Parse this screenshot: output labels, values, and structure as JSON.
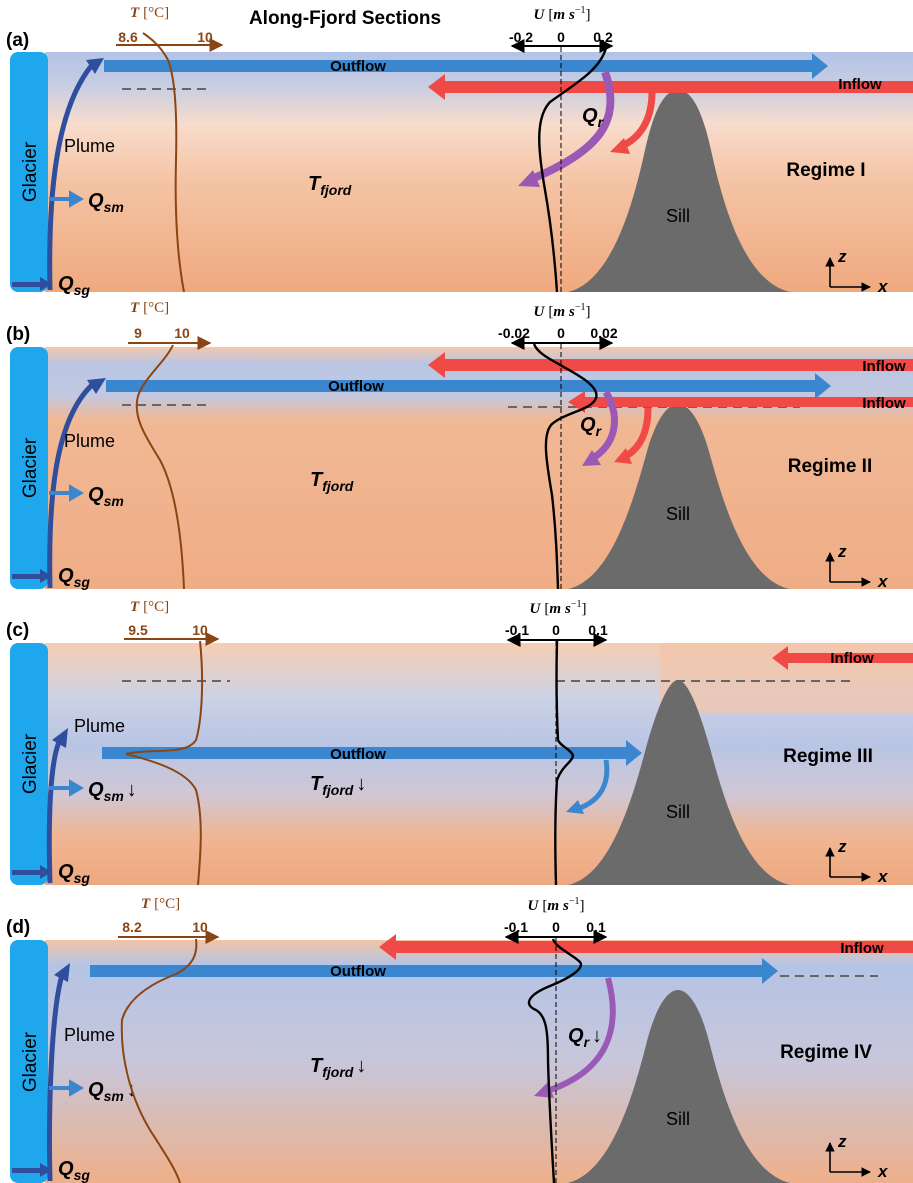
{
  "title": "Along-Fjord Sections",
  "colors": {
    "glacier": "#1ea7ec",
    "plume": "#2f4f9e",
    "outflow": "#3a86cf",
    "inflow": "#f04a46",
    "reflux": "#9b59b6",
    "temperature_curve": "#8b4513",
    "sill": "#6b6b6b",
    "warm_water": "#f2b48a",
    "cool_water": "#b7c6e3"
  },
  "common": {
    "glacier": "Glacier",
    "plume": "Plume",
    "outflow": "Outflow",
    "inflow": "Inflow",
    "sill": "Sill",
    "T_label": "T",
    "T_unit": "[°C]",
    "U_label": "U",
    "U_unit_open": "[",
    "U_unit_m": "m",
    "U_unit_s": "s",
    "U_unit_exp": "−1",
    "U_unit_close": "]",
    "Q_sym": "Q",
    "sm": "sm",
    "sg": "sg",
    "r": "r",
    "T_sym": "T",
    "fjord": "fjord",
    "down_arrow": "↓",
    "axis_z": "z",
    "axis_x": "x"
  },
  "panels": [
    {
      "letter": "(a)",
      "regime": "Regime I",
      "T_min": "8.6",
      "T_max": "10",
      "U_min": "-0.2",
      "U_zero": "0",
      "U_max": "0.2",
      "qsm_suffix": "",
      "tfjord_suffix": "",
      "qr_suffix": ""
    },
    {
      "letter": "(b)",
      "regime": "Regime II",
      "T_min": "9",
      "T_max": "10",
      "U_min": "-0.02",
      "U_zero": "0",
      "U_max": "0.02",
      "qsm_suffix": "",
      "tfjord_suffix": "",
      "qr_suffix": ""
    },
    {
      "letter": "(c)",
      "regime": "Regime III",
      "T_min": "9.5",
      "T_max": "10",
      "U_min": "-0.1",
      "U_zero": "0",
      "U_max": "0.1",
      "qsm_suffix": "↓",
      "tfjord_suffix": "↓",
      "qr_suffix": ""
    },
    {
      "letter": "(d)",
      "regime": "Regime IV",
      "T_min": "8.2",
      "T_max": "10",
      "U_min": "-0.1",
      "U_zero": "0",
      "U_max": "0.1",
      "qsm_suffix": "↓",
      "tfjord_suffix": "↓",
      "qr_suffix": "↓"
    }
  ]
}
